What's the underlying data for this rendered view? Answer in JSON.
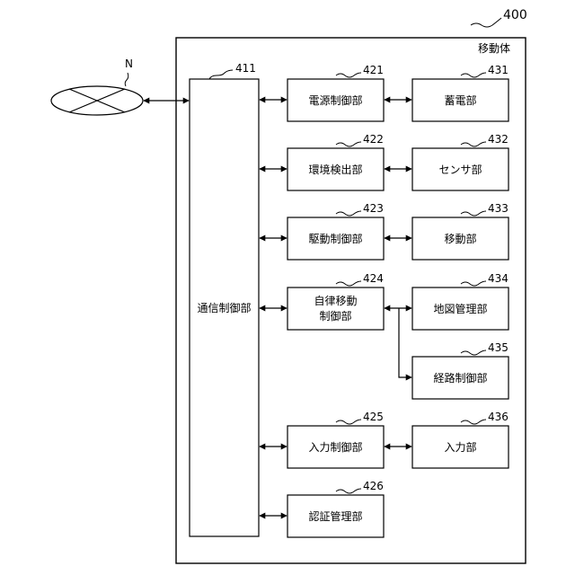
{
  "figure": {
    "number": "400",
    "container_label": "移動体",
    "network_label": "N"
  },
  "blocks": {
    "comm": {
      "num": "411",
      "label": "通信制御部"
    },
    "power": {
      "num": "421",
      "label": "電源制御部"
    },
    "env": {
      "num": "422",
      "label": "環境検出部"
    },
    "drive": {
      "num": "423",
      "label": "駆動制御部"
    },
    "auto": {
      "num": "424",
      "line1": "自律移動",
      "line2": "制御部"
    },
    "input_ctl": {
      "num": "425",
      "label": "入力制御部"
    },
    "auth": {
      "num": "426",
      "label": "認証管理部"
    },
    "battery": {
      "num": "431",
      "label": "蓄電部"
    },
    "sensor": {
      "num": "432",
      "label": "センサ部"
    },
    "move": {
      "num": "433",
      "label": "移動部"
    },
    "map": {
      "num": "434",
      "label": "地図管理部"
    },
    "route": {
      "num": "435",
      "label": "経路制御部"
    },
    "input": {
      "num": "436",
      "label": "入力部"
    }
  }
}
